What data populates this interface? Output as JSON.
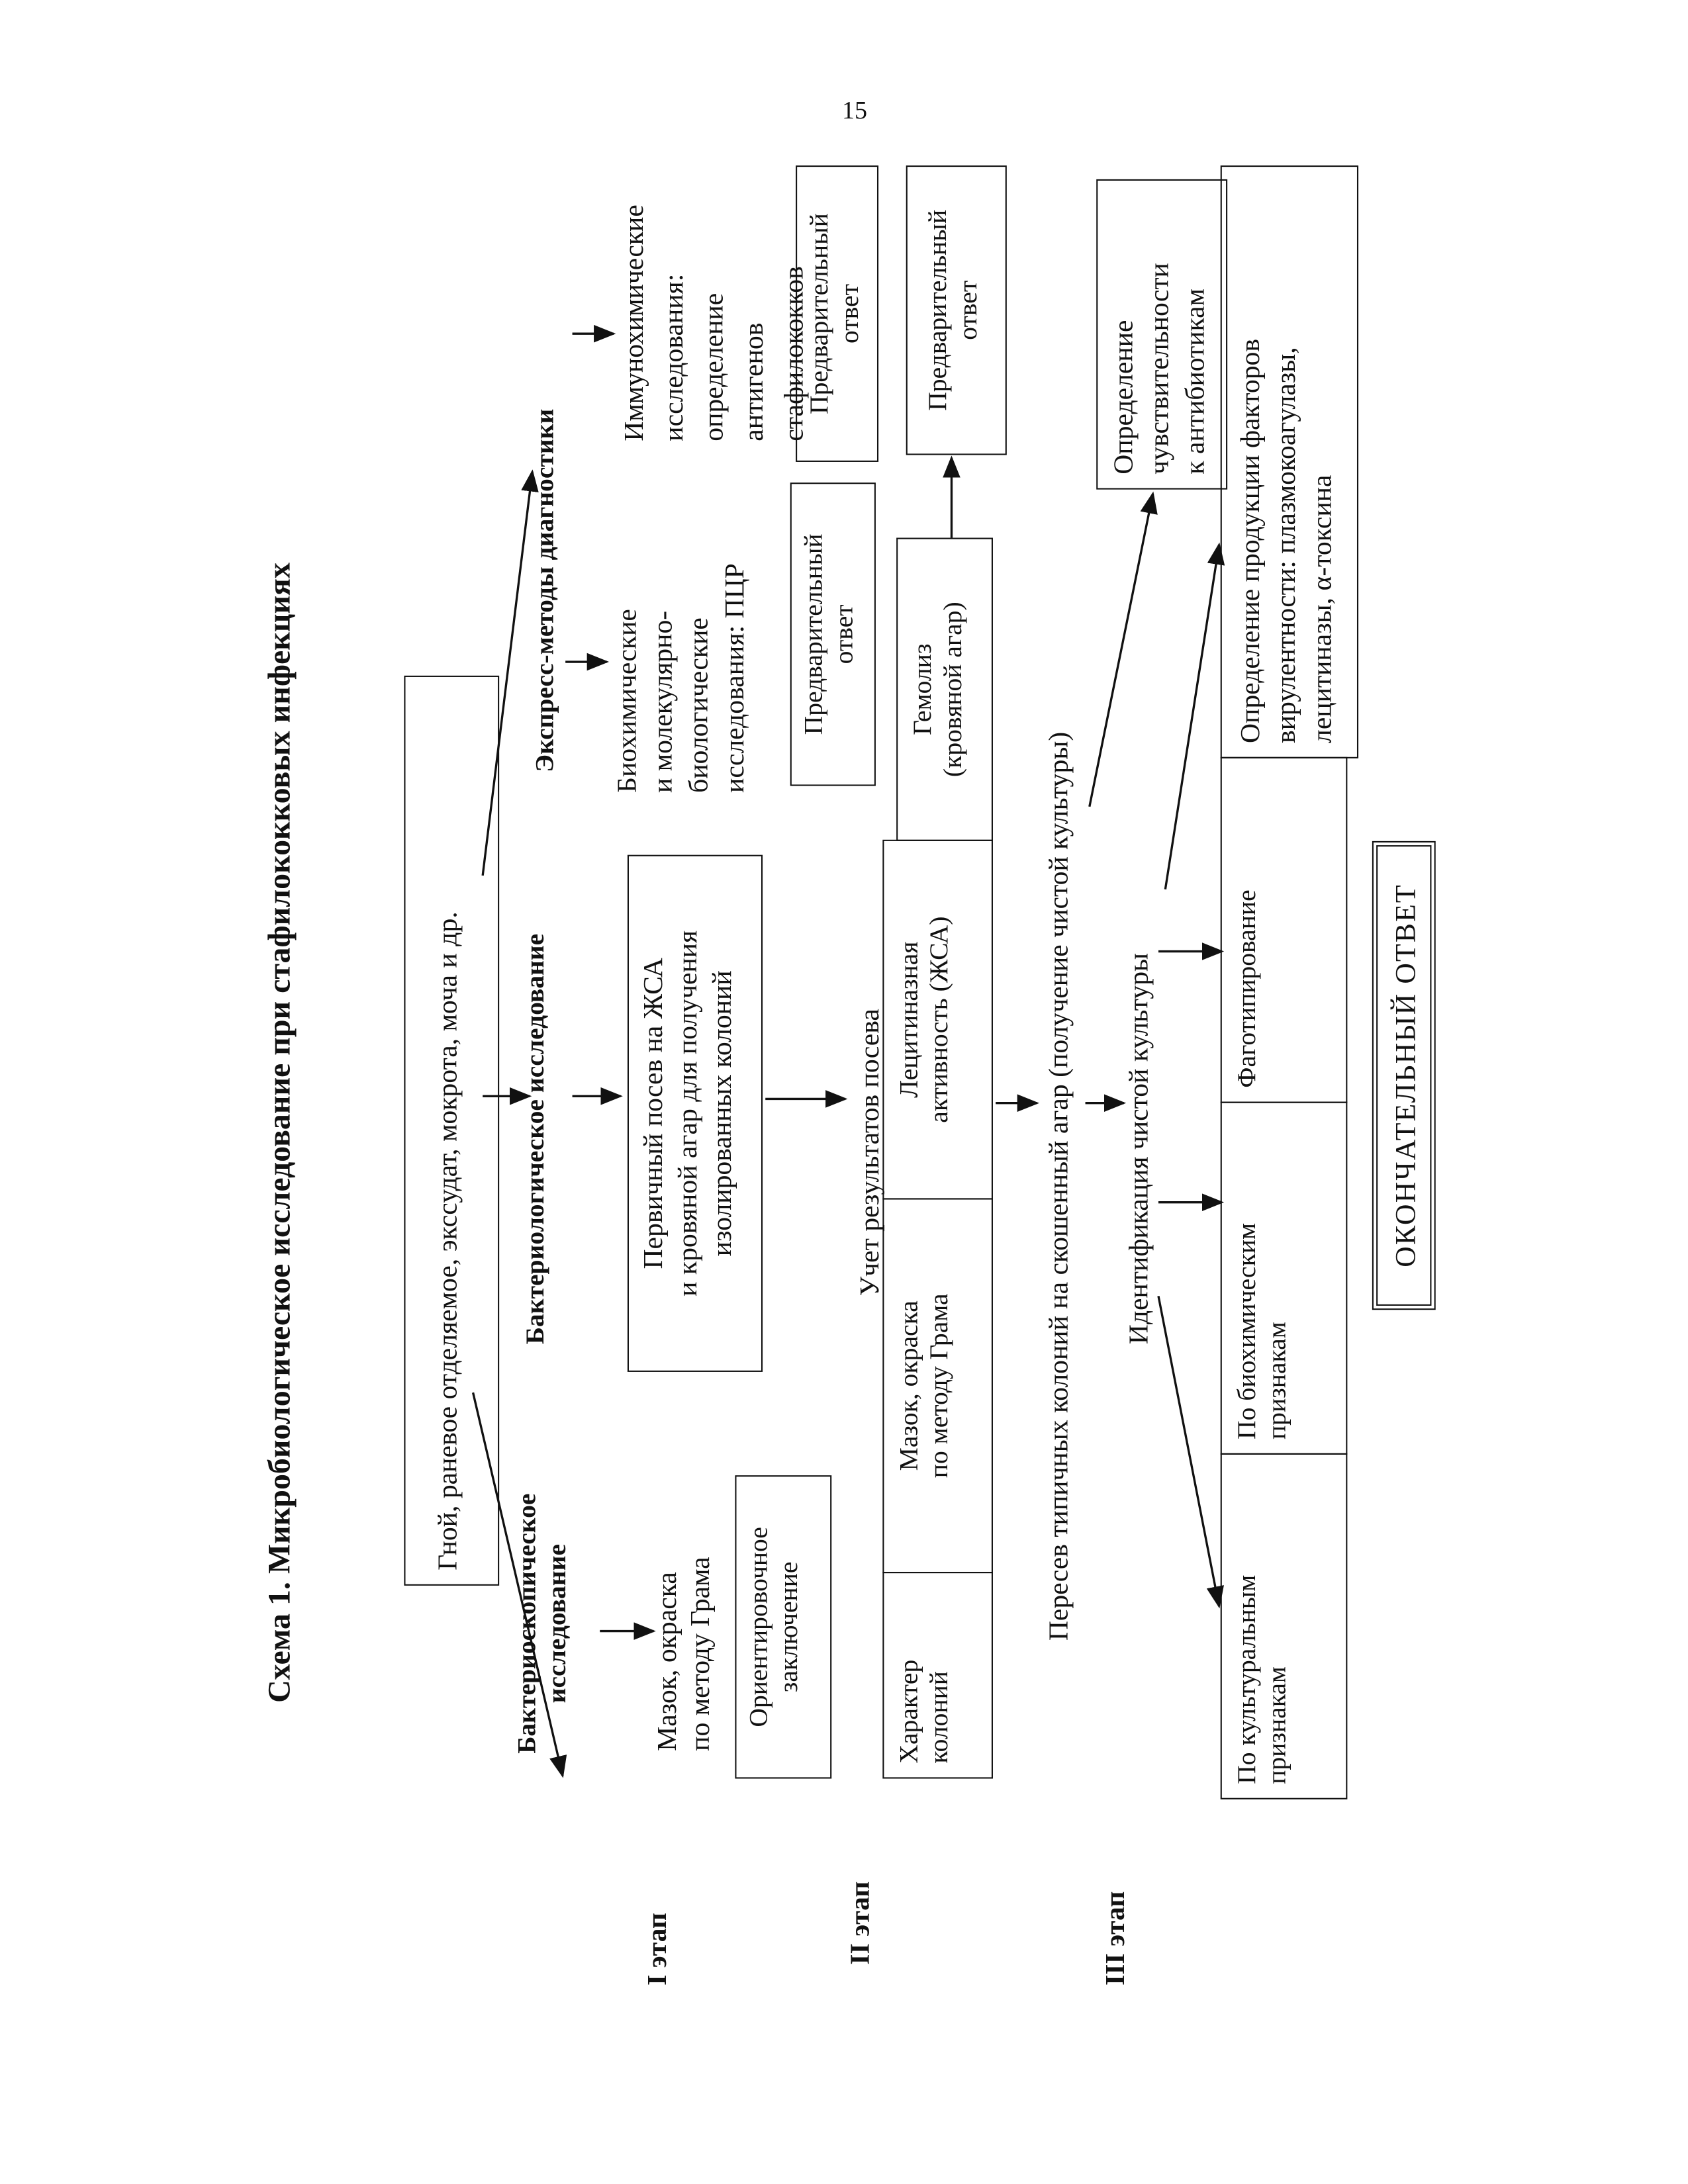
{
  "page_number": "15",
  "title": "Схема 1. Микробиологическое исследование при стафилококковых инфекциях",
  "stages": [
    "I этап",
    "II этап",
    "III этап"
  ],
  "source": "Гной, раневое отделяемое, экссудат, мокрота, моча и др.",
  "branches": {
    "microscopy": [
      "Бактериоскопическое",
      "исследование"
    ],
    "bacteriology": "Бактериологическое исследование",
    "express": "Экспресс-методы диагностики"
  },
  "stage1": {
    "smear": [
      "Мазок, окраска",
      "по методу Грама"
    ],
    "conclusion": [
      "Ориентировочное",
      "заключение"
    ],
    "primary_culture": [
      "Первичный посев на ЖСА",
      "и кровяной агар для получения",
      "изолированных колоний"
    ],
    "biochemical": [
      "Биохимические",
      "и молекулярно-",
      "биологические",
      "исследования: ПЦР"
    ],
    "immunochemical": [
      "Иммунохимические",
      "исследования:",
      "определение",
      "антигенов",
      "стафилококков"
    ],
    "prelim_1": [
      "Предварительный",
      "ответ"
    ],
    "prelim_2": [
      "Предварительный",
      "ответ"
    ]
  },
  "stage2": {
    "heading": "Учет результатов посева",
    "cells": [
      [
        "Характер",
        "колоний"
      ],
      [
        "Мазок, окраска",
        "по методу Грама"
      ],
      [
        "Лецитиназная",
        "активность (ЖСА)"
      ],
      [
        "Гемолиз",
        "(кровяной агар)"
      ]
    ],
    "prelim_3": [
      "Предварительный",
      "ответ"
    ],
    "subculture": "Пересев типичных колоний на скошенный агар (получение чистой культуры)"
  },
  "stage3": {
    "heading": "Идентификация чистой культуры",
    "sensitivity": [
      "Определение",
      "чувствительности",
      "к антибиотикам"
    ],
    "cells": [
      [
        "По культуральным",
        "признакам"
      ],
      [
        "По биохимическим",
        "признакам"
      ],
      [
        "Фаготипирование"
      ],
      [
        "Определение продукции факторов",
        "вирулентности: плазмокоагулазы,",
        "лецитиназы, α-токсина"
      ]
    ],
    "final": "ОКОНЧАТЕЛЬНЫЙ ОТВЕТ"
  }
}
